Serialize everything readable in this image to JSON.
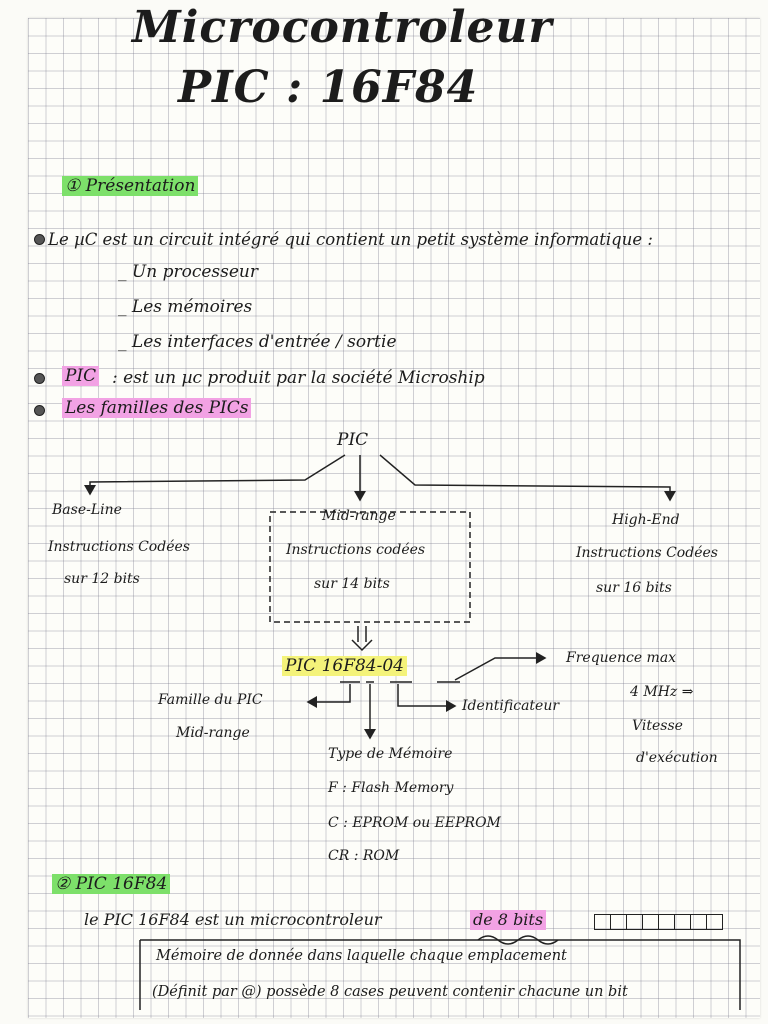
{
  "title": {
    "line1": "Microcontroleur",
    "line2": "PIC : 16F84"
  },
  "section1": {
    "heading": "① Présentation",
    "intro": "Le µC est un circuit intégré qui contient un petit système informatique :",
    "items": [
      "_ Un processeur",
      "_ Les mémoires",
      "_ Les interfaces d'entrée / sortie"
    ],
    "pic_label": "PIC",
    "pic_def": ": est un µc produit par la société Microship",
    "families_heading": "Les familles des PICs"
  },
  "tree": {
    "root": "PIC",
    "baseline": {
      "name": "Base-Line",
      "line1": "Instructions Codées",
      "line2": "sur 12 bits"
    },
    "midrange": {
      "name": "Mid-range",
      "line1": "Instructions codées",
      "line2": "sur 14 bits"
    },
    "highend": {
      "name": "High-End",
      "line1": "Instructions Codées",
      "line2": "sur 16 bits"
    }
  },
  "decomposition": {
    "ref": "PIC 16F84-04",
    "famille": {
      "line1": "Famille du PIC",
      "line2": "Mid-range"
    },
    "memoire": {
      "heading": "Type de Mémoire",
      "items": [
        "F : Flash Memory",
        "C : EPROM ou EEPROM",
        "CR : ROM"
      ]
    },
    "identificateur": "Identificateur",
    "frequence": {
      "line1": "Frequence max",
      "line2": "4 MHz ⇒",
      "line3": "Vitesse",
      "line4": "d'exécution"
    }
  },
  "section2": {
    "heading": "② PIC 16F84",
    "sentence_start": "le PIC 16F84 est un microcontroleur",
    "sentence_hl": "de 8 bits",
    "bit_cells": 8,
    "box_line1": "Mémoire de donnée dans laquelle chaque emplacement",
    "box_line2": "(Définit par @) possède 8 cases peuvent contenir chacune un bit"
  }
}
